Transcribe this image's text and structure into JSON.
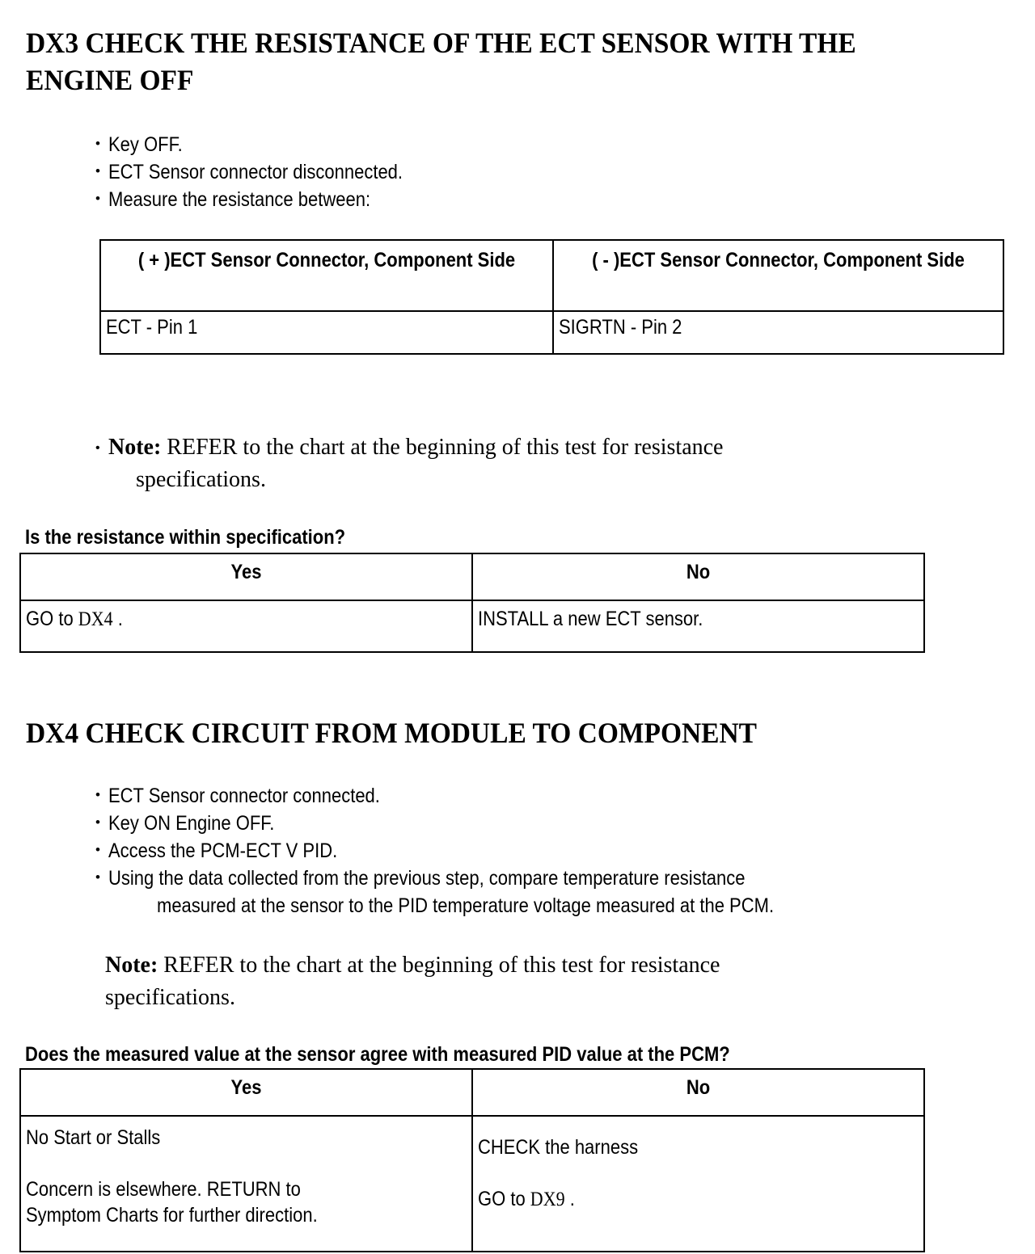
{
  "document": {
    "sections": [
      {
        "id": "dx3",
        "heading": "DX3 CHECK THE RESISTANCE OF THE ECT SENSOR WITH THE ENGINE OFF",
        "bullets": [
          "Key OFF.",
          "ECT Sensor connector disconnected.",
          "Measure the resistance between:"
        ],
        "connector_table": {
          "headers": [
            "( + )ECT Sensor Connector, Component Side",
            "( - )ECT Sensor Connector, Component Side"
          ],
          "rows": [
            [
              "ECT - Pin 1",
              "SIGRTN - Pin 2"
            ]
          ]
        },
        "note": {
          "bullet": "•",
          "label": "Note:",
          "line1": "REFER to the chart at the beginning of this test for resistance",
          "line2": "specifications."
        },
        "question": "Is the resistance within specification?",
        "decision_table": {
          "headers": [
            "Yes",
            "No"
          ],
          "yes_text": "GO to ",
          "yes_ref": "DX4",
          "yes_suffix": " .",
          "no_text": "INSTALL a new ECT sensor."
        }
      },
      {
        "id": "dx4",
        "heading": "DX4 CHECK CIRCUIT FROM MODULE TO COMPONENT",
        "bullets": [
          "ECT Sensor connector connected.",
          "Key ON Engine OFF.",
          "Access the PCM-ECT V PID.",
          "Using the data collected from the previous step, compare temperature resistance"
        ],
        "bullet_continuation": "measured at the sensor to the PID temperature voltage measured at the PCM.",
        "note": {
          "label": "Note:",
          "line1": "REFER to the chart at the beginning of this test for resistance",
          "line2": "specifications."
        },
        "question": "Does the measured value at the sensor agree with measured PID value at the PCM?",
        "decision_table": {
          "headers": [
            "Yes",
            "No"
          ],
          "yes_line1": "No Start or Stalls",
          "yes_line2": "Concern is elsewhere. RETURN to",
          "yes_line3": "Symptom Charts for further direction.",
          "no_line1": "CHECK the harness",
          "no_text": "GO to ",
          "no_ref": "DX9",
          "no_suffix": " ."
        }
      }
    ]
  }
}
